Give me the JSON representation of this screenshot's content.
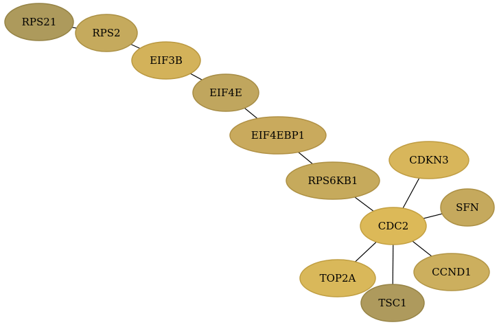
{
  "network": {
    "nodes": [
      {
        "id": "RPS21",
        "label": "RPS21",
        "fill": "#ad9a5c",
        "stroke": "#958345"
      },
      {
        "id": "RPS2",
        "label": "RPS2",
        "fill": "#c5aa5d",
        "stroke": "#ab9044"
      },
      {
        "id": "EIF3B",
        "label": "EIF3B",
        "fill": "#d3b25a",
        "stroke": "#ba9840"
      },
      {
        "id": "EIF4E",
        "label": "EIF4E",
        "fill": "#c0a65e",
        "stroke": "#a68c45"
      },
      {
        "id": "EIF4EBP1",
        "label": "EIF4EBP1",
        "fill": "#c9aa5d",
        "stroke": "#b09044"
      },
      {
        "id": "RPS6KB1",
        "label": "RPS6KB1",
        "fill": "#c6aa5c",
        "stroke": "#ad9043"
      },
      {
        "id": "CDKN3",
        "label": "CDKN3",
        "fill": "#d8b65b",
        "stroke": "#bf9c41"
      },
      {
        "id": "SFN",
        "label": "SFN",
        "fill": "#c5a95d",
        "stroke": "#ab8f44"
      },
      {
        "id": "CDC2",
        "label": "CDC2",
        "fill": "#dcb958",
        "stroke": "#c39f3f"
      },
      {
        "id": "CCND1",
        "label": "CCND1",
        "fill": "#ccaf5e",
        "stroke": "#b29545"
      },
      {
        "id": "TOP2A",
        "label": "TOP2A",
        "fill": "#d9b85a",
        "stroke": "#c09e41"
      },
      {
        "id": "TSC1",
        "label": "TSC1",
        "fill": "#ae9a5d",
        "stroke": "#968345"
      }
    ],
    "edges": [
      {
        "source": "RPS21",
        "target": "RPS2"
      },
      {
        "source": "RPS2",
        "target": "EIF3B"
      },
      {
        "source": "EIF3B",
        "target": "EIF4E"
      },
      {
        "source": "EIF4E",
        "target": "EIF4EBP1"
      },
      {
        "source": "EIF4EBP1",
        "target": "RPS6KB1"
      },
      {
        "source": "RPS6KB1",
        "target": "CDC2"
      },
      {
        "source": "CDKN3",
        "target": "CDC2"
      },
      {
        "source": "SFN",
        "target": "CDC2"
      },
      {
        "source": "CDC2",
        "target": "CCND1"
      },
      {
        "source": "CDC2",
        "target": "TOP2A"
      },
      {
        "source": "CDC2",
        "target": "TSC1"
      }
    ]
  }
}
